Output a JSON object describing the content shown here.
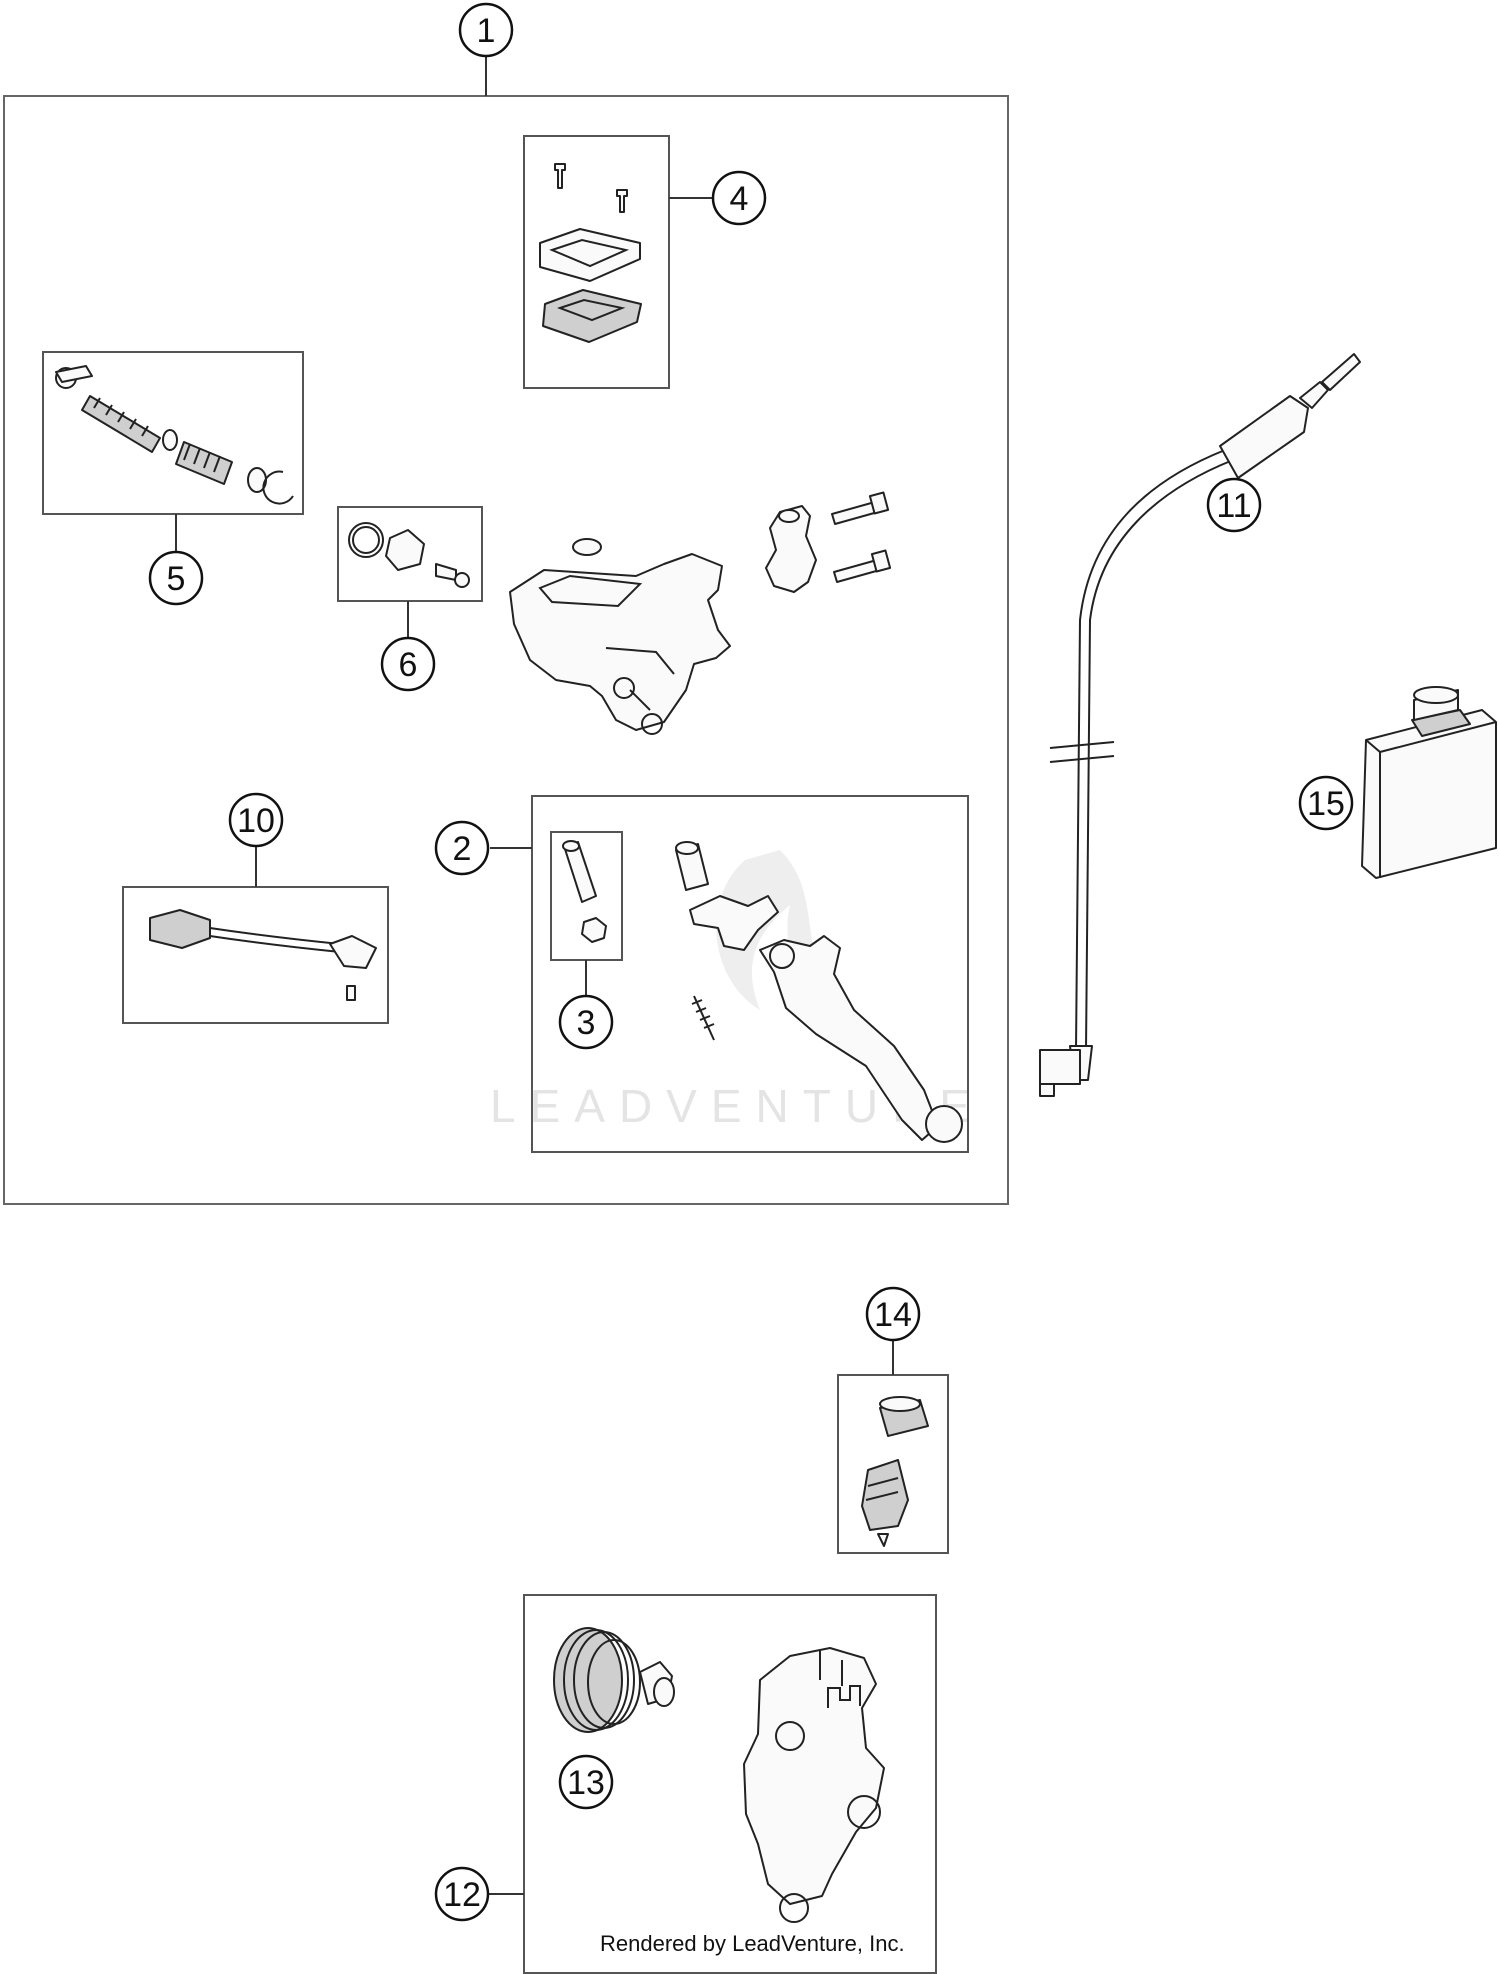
{
  "callouts": [
    {
      "id": "1",
      "label": "1"
    },
    {
      "id": "2",
      "label": "2"
    },
    {
      "id": "3",
      "label": "3"
    },
    {
      "id": "4",
      "label": "4"
    },
    {
      "id": "5",
      "label": "5"
    },
    {
      "id": "6",
      "label": "6"
    },
    {
      "id": "10",
      "label": "10"
    },
    {
      "id": "11",
      "label": "11"
    },
    {
      "id": "12",
      "label": "12"
    },
    {
      "id": "13",
      "label": "13"
    },
    {
      "id": "14",
      "label": "14"
    },
    {
      "id": "15",
      "label": "15"
    }
  ],
  "watermark": {
    "text": "LEADVENTURE"
  },
  "credit": {
    "text": "Rendered by LeadVenture, Inc."
  },
  "colors": {
    "line": "#222222",
    "box": "#555555",
    "watermark": "#e4e4e4"
  }
}
